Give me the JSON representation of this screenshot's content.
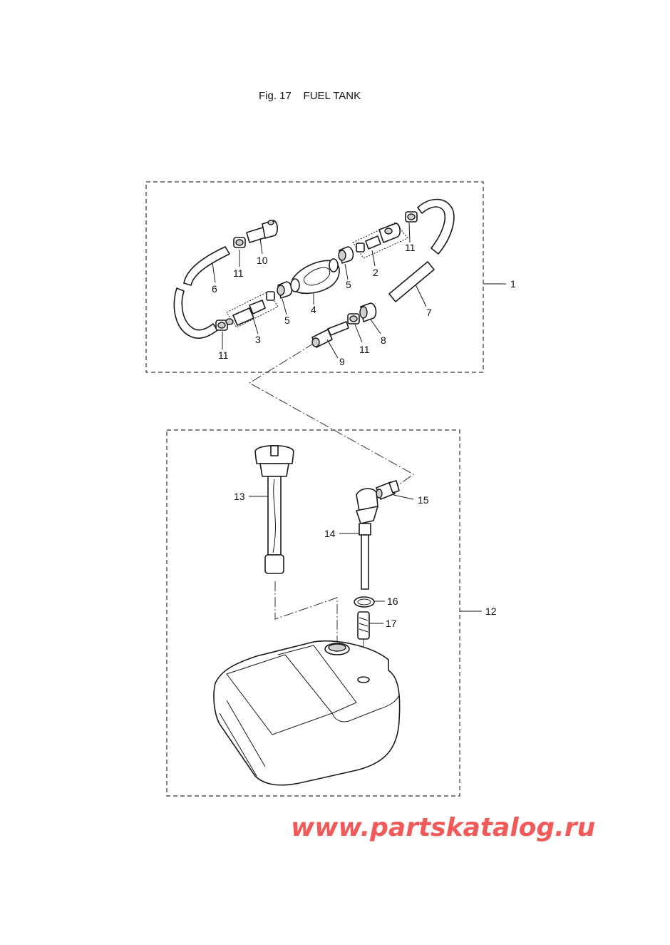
{
  "title": "Fig. 17    FUEL TANK",
  "watermark": {
    "text": "www.partskatalog.ru",
    "color": "#f25a5a"
  },
  "callouts": {
    "c1": "1",
    "c2": "2",
    "c3": "3",
    "c4": "4",
    "c5a": "5",
    "c5b": "5",
    "c6": "6",
    "c7": "7",
    "c8": "8",
    "c9": "9",
    "c10": "10",
    "c11a": "11",
    "c11b": "11",
    "c11c": "11",
    "c11d": "11",
    "c12": "12",
    "c13": "13",
    "c14": "14",
    "c15": "15",
    "c16": "16",
    "c17": "17"
  }
}
